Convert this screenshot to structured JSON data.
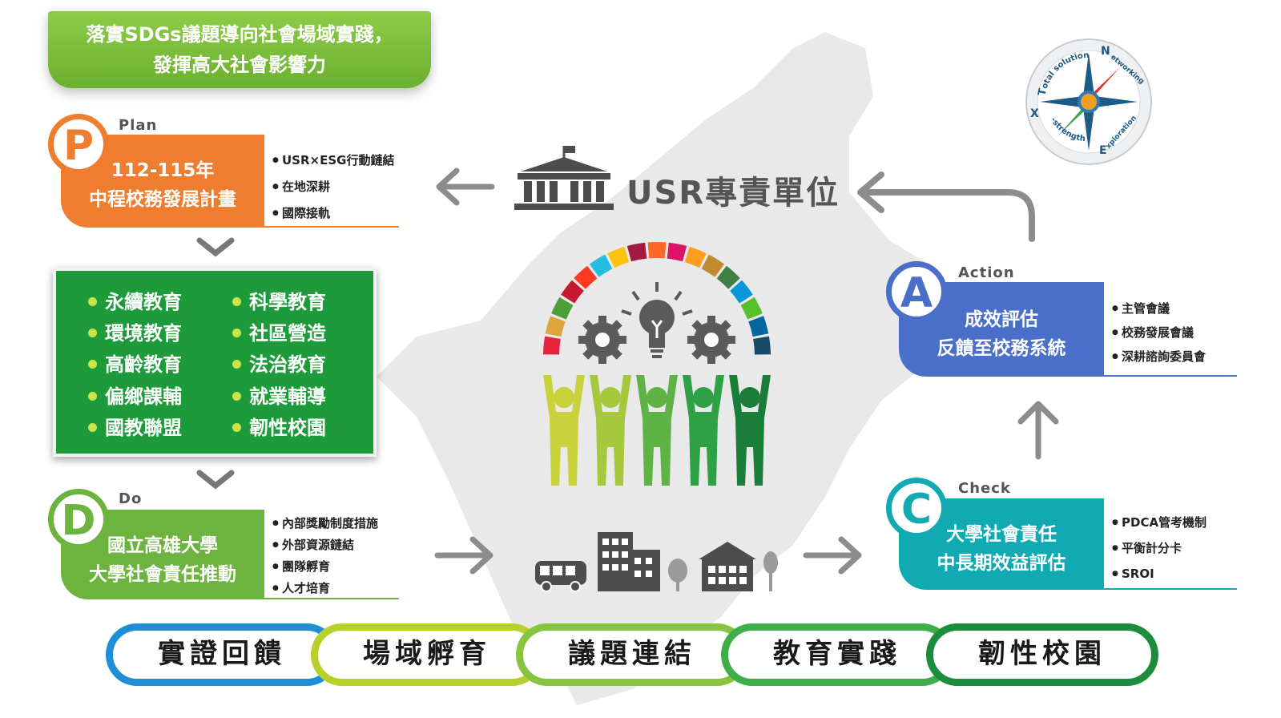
{
  "banner": {
    "line1": "落實SDGs議題導向社會場域實踐，",
    "line2": "發揮高大社會影響力"
  },
  "plan": {
    "letter": "P",
    "tag": "Plan",
    "title_line1": "112-115年",
    "title_line2": "中程校務發展計畫",
    "bullets": [
      "USR×ESG行動鏈結",
      "在地深耕",
      "國際接軌"
    ]
  },
  "education_grid": {
    "items": [
      "永續教育",
      "科學教育",
      "環境教育",
      "社區營造",
      "高齡教育",
      "法治教育",
      "偏鄉課輔",
      "就業輔導",
      "國教聯盟",
      "韌性校園"
    ]
  },
  "do": {
    "letter": "D",
    "tag": "Do",
    "title_line1": "國立高雄大學",
    "title_line2": "大學社會責任推動",
    "bullets": [
      "內部獎勵制度措施",
      "外部資源鏈結",
      "團隊孵育",
      "人才培育"
    ]
  },
  "usr_office": {
    "label": "USR專責單位"
  },
  "action": {
    "letter": "A",
    "tag": "Action",
    "title_line1": "成效評估",
    "title_line2": "反饋至校務系統",
    "bullets": [
      "主管會議",
      "校務發展會議",
      "深耕諮詢委員會"
    ]
  },
  "check": {
    "letter": "C",
    "tag": "Check",
    "title_line1": "大學社會責任",
    "title_line2": "中長期效益評估",
    "bullets": [
      "PDCA管考機制",
      "平衡計分卡",
      "SROI"
    ]
  },
  "compass": {
    "n": "N",
    "e": "E",
    "x": "X",
    "t": "T",
    "networking": "etworking",
    "exploration": "xploration",
    "strength": "-strength",
    "solution": "otal solution"
  },
  "bottom_pills": [
    "實證回饋",
    "場域孵育",
    "議題連結",
    "教育實踐",
    "韌性校園"
  ],
  "colors": {
    "plan": "#ee7d2f",
    "do": "#6cb33f",
    "check": "#12aab2",
    "action": "#4a6fc9",
    "grid_green": "#1d9b3a",
    "arrow_gray": "#8c8c8c",
    "pills": [
      "#1e8fd6",
      "#b9cf2a",
      "#87c440",
      "#3fae49",
      "#1c8d3c"
    ]
  }
}
